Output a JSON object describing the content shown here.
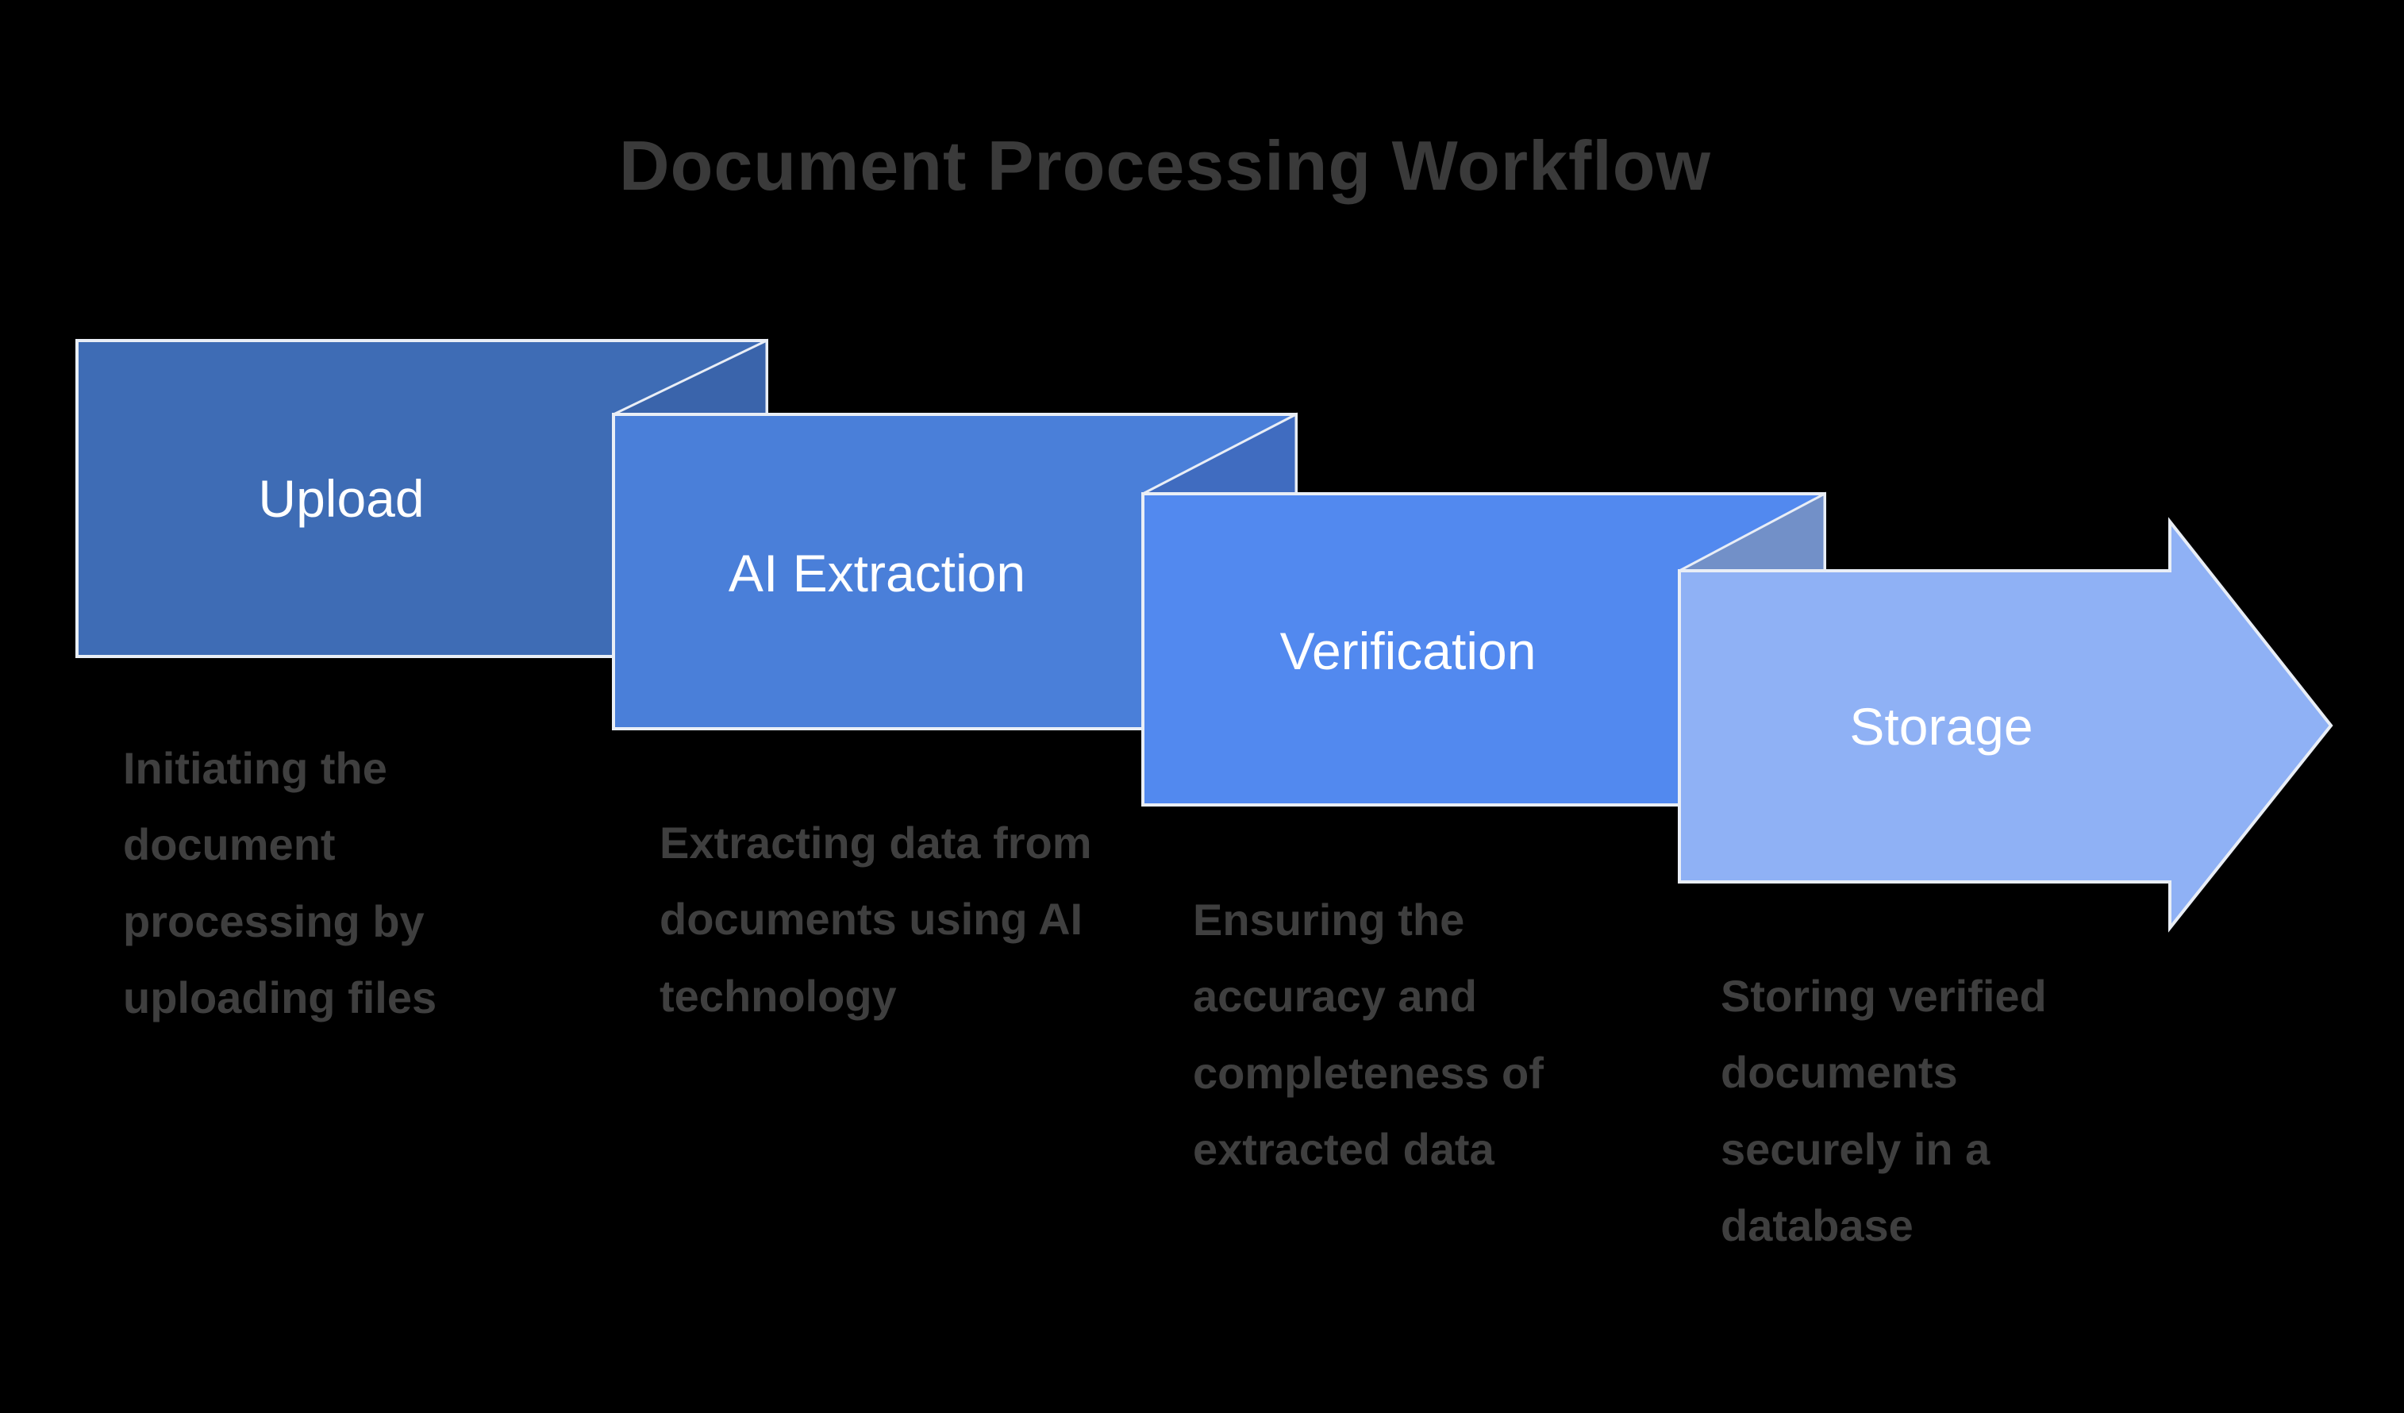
{
  "title": "Document Processing Workflow",
  "colors": {
    "background": "#000000",
    "shape_border": "#e9eef6",
    "title_text": "#3a3a3a",
    "description_text": "#3f3f3f",
    "label_text": "#ffffff"
  },
  "steps": [
    {
      "label": "Upload",
      "description": "Initiating the document processing by uploading files",
      "color": "#3e6cb5",
      "fold_color": "#33589a"
    },
    {
      "label": "AI Extraction",
      "description": "Extracting data from documents using AI technology",
      "color": "#4a7fd9",
      "fold_color": "#3a64ab"
    },
    {
      "label": "Verification",
      "description": "Ensuring the accuracy and completeness of extracted data",
      "color": "#5289ef",
      "fold_color": "#406cc0"
    },
    {
      "label": "Storage",
      "description": "Storing verified documents securely in a database",
      "color": "#8fb1f5",
      "fold_color": "#7290c8"
    }
  ]
}
